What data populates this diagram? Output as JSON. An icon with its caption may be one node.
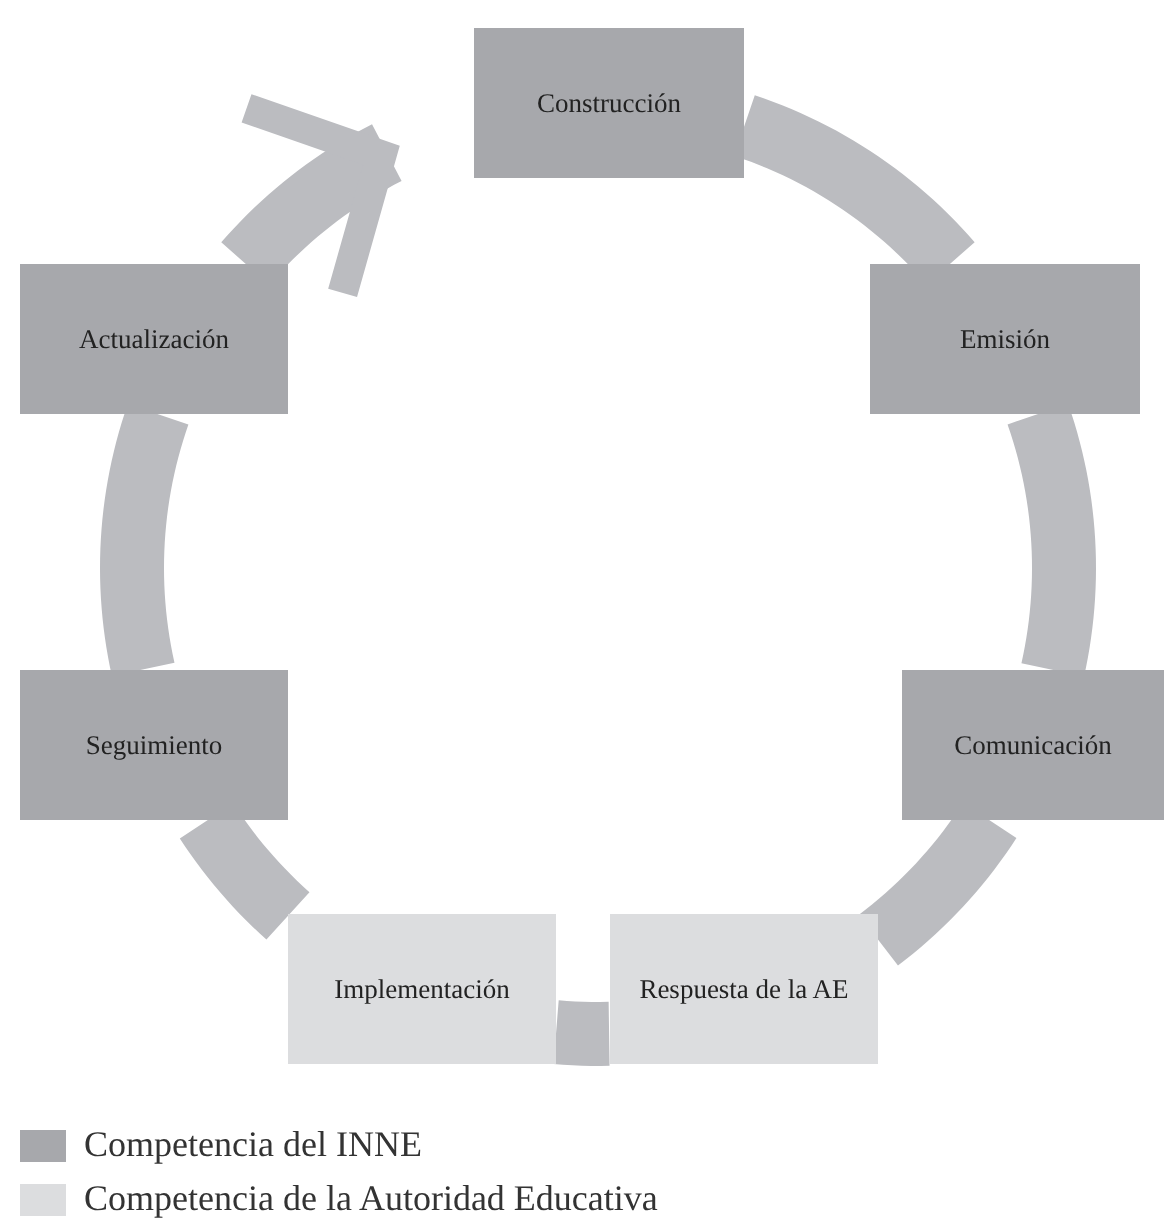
{
  "diagram": {
    "nodes": [
      {
        "text": [
          "Construcción"
        ]
      },
      {
        "text": [
          "Emisión"
        ]
      },
      {
        "text": [
          "Comunicación"
        ]
      },
      {
        "text": [
          "Respuesta de la AE"
        ]
      },
      {
        "text": [
          "Implementación"
        ]
      },
      {
        "text": [
          "Seguimiento"
        ]
      },
      {
        "text": [
          "Actualización"
        ]
      }
    ],
    "edges": [
      {
        "from": 0,
        "to": 1,
        "arrow": "none"
      },
      {
        "from": 1,
        "to": 2,
        "arrow": "none"
      },
      {
        "from": 2,
        "to": 3,
        "arrow": "none"
      },
      {
        "from": 3,
        "to": 4,
        "arrow": "none"
      },
      {
        "from": 4,
        "to": 5,
        "arrow": "none"
      },
      {
        "from": 5,
        "to": 6,
        "arrow": "none"
      },
      {
        "from": 6,
        "to": 0,
        "arrow": "to"
      }
    ],
    "legend": [
      {
        "text": "Competencia del INNE",
        "color": "#a7a8ac"
      },
      {
        "text": "Competencia de la Autoridad Educativa",
        "color": "#dcdddf"
      }
    ]
  }
}
